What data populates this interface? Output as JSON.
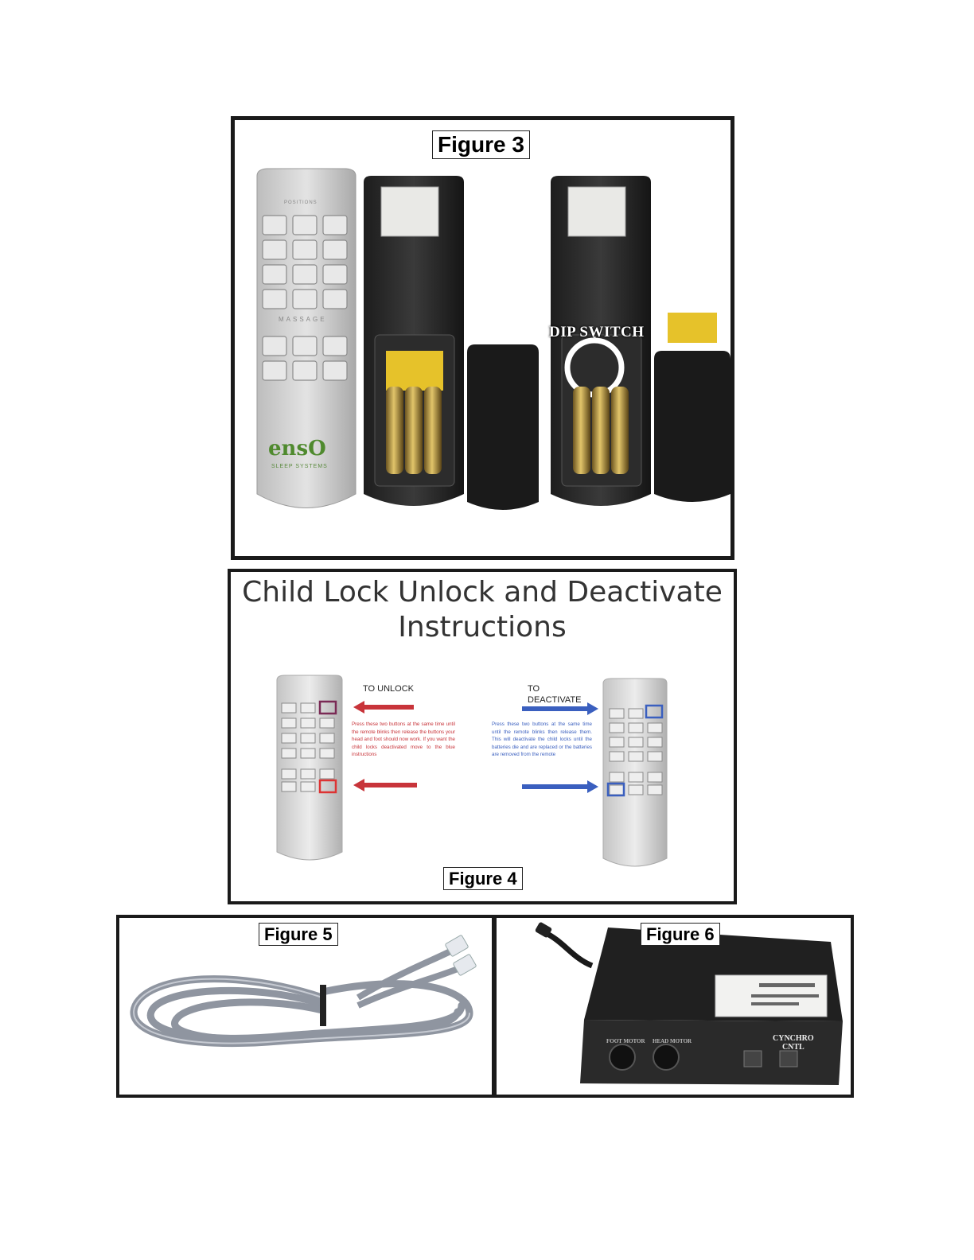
{
  "figure3": {
    "label": "Figure 3",
    "dip_switch_label": "DIP SWITCH",
    "remote_front": {
      "positions_label": "POSITIONS",
      "massage_label": "MASSAGE",
      "brand_logo": "ensO",
      "brand_sub": "SLEEP SYSTEMS"
    }
  },
  "figure4": {
    "label": "Figure 4",
    "title_line1": "Child Lock Unlock and Deactivate",
    "title_line2": "Instructions",
    "unlock_heading": "TO UNLOCK",
    "unlock_text": "Press these two buttons at the same time until the remote blinks then release the buttons your head and foot should now work. If you want the child locks deactivated move to the blue instructions",
    "deactivate_heading_line1": "TO",
    "deactivate_heading_line2": "DEACTIVATE",
    "deactivate_text": "Press these two buttons at the same time until the remote blinks then release them. This will deactivate the child locks until the batteries die and are replaced or the batteries are removed from the remote",
    "colors": {
      "unlock": "#c8343a",
      "deactivate": "#3a5fbf"
    }
  },
  "figure5": {
    "label": "Figure 5"
  },
  "figure6": {
    "label": "Figure 6",
    "port_foot_motor": "FOOT MOTOR",
    "port_head_motor": "HEAD MOTOR",
    "port_cynchro_line1": "CYNCHRO",
    "port_cynchro_line2": "CNTL"
  }
}
